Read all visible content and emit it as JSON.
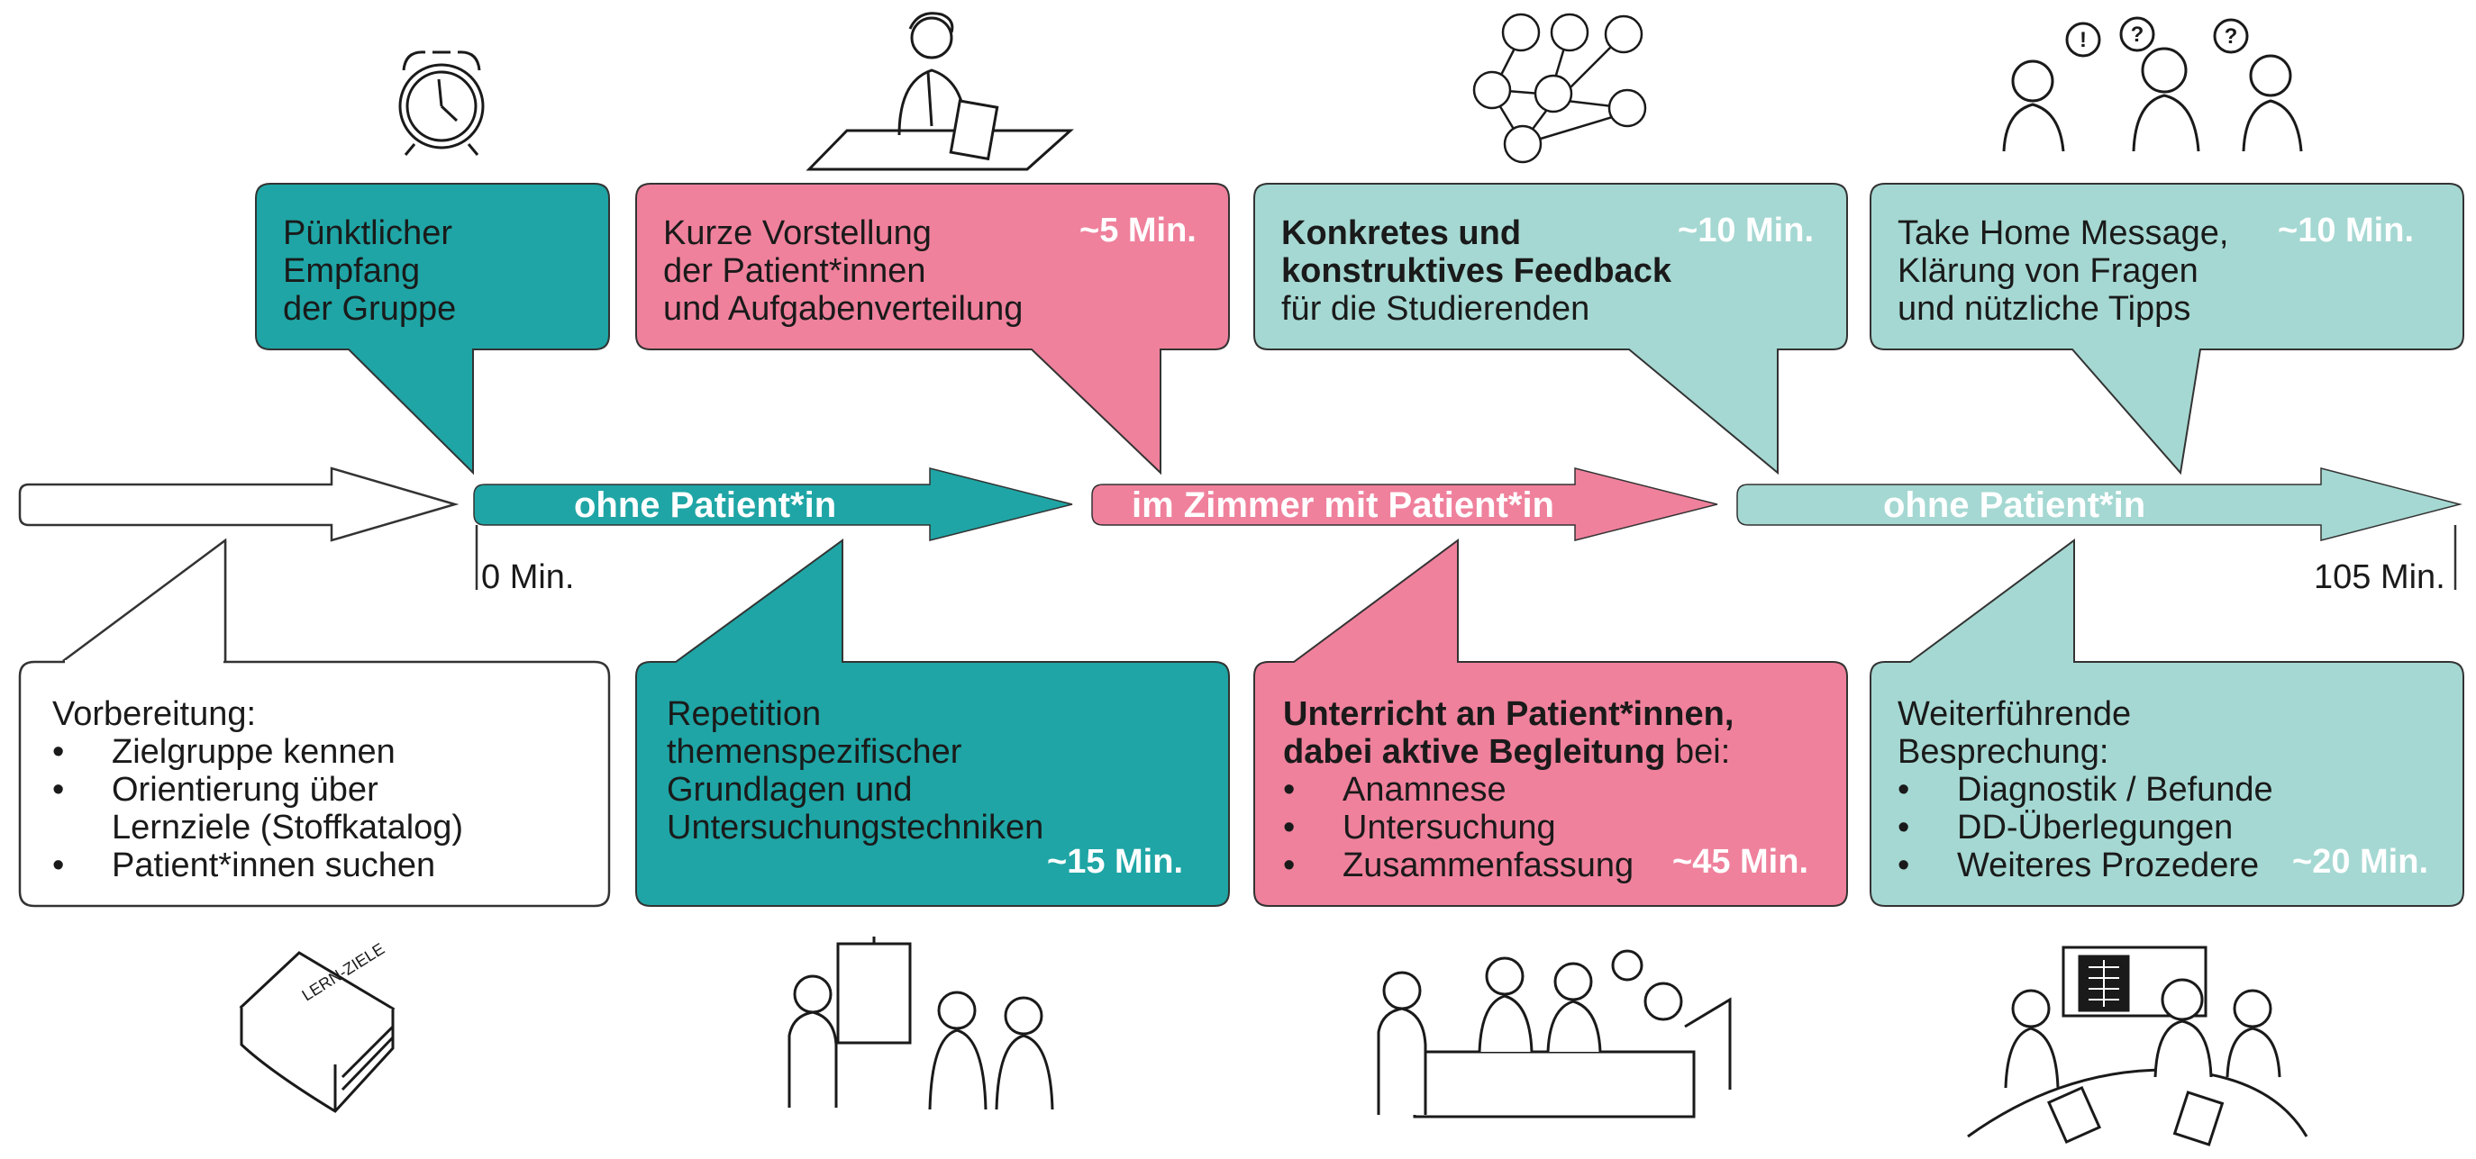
{
  "colors": {
    "teal": "#1fa5a5",
    "pink": "#ef819c",
    "mint": "#a5d8d2",
    "outline": "#333333"
  },
  "timeline": {
    "phases": [
      {
        "label": "ohne Patient*in",
        "color": "#1fa5a5"
      },
      {
        "label": "im Zimmer mit Patient*in",
        "color": "#ef819c"
      },
      {
        "label": "ohne Patient*in",
        "color": "#a5d8d2"
      }
    ],
    "start_label": "0 Min.",
    "end_label": "105 Min."
  },
  "top_boxes": [
    {
      "lines": [
        "Pünktlicher",
        "Empfang",
        "der Gruppe"
      ],
      "duration": "",
      "illustration": "alarm-clock-icon"
    },
    {
      "lines": [
        "Kurze Vorstellung",
        "der Patient*innen",
        "und Aufgabenverteilung"
      ],
      "duration": "~5 Min.",
      "illustration": "doctor-at-desk-icon"
    },
    {
      "bold_lines": [
        "Konkretes und",
        "konstruktives Feedback"
      ],
      "lines": [
        "für die Studierenden"
      ],
      "duration": "~10 Min.",
      "illustration": "speech-bubbles-network-icon"
    },
    {
      "lines": [
        "Take Home Message,",
        "Klärung von Fragen",
        "und nützliche Tipps"
      ],
      "duration": "~10 Min.",
      "illustration": "students-with-questions-icon"
    }
  ],
  "bottom_boxes": [
    {
      "title": "Vorbereitung:",
      "bullets": [
        "Zielgruppe kennen",
        "Orientierung über",
        "Lernziele (Stoffkatalog)",
        "Patient*innen suchen"
      ],
      "duration": "",
      "illustration": "book-lernziele-icon",
      "book_text": "LERN-ZIELE"
    },
    {
      "lines": [
        "Repetition",
        "themenspezifischer",
        "Grundlagen und",
        "Untersuchungstechniken"
      ],
      "duration": "~15 Min.",
      "illustration": "teaching-at-poster-icon"
    },
    {
      "bold_lines": [
        "Unterricht an Patient*innen,",
        "dabei aktive Begleitung"
      ],
      "bold_suffix": " bei:",
      "bullets": [
        "Anamnese",
        "Untersuchung",
        "Zusammenfassung"
      ],
      "duration": "~45 Min.",
      "illustration": "bedside-teaching-icon"
    },
    {
      "lines": [
        "Weiterführende",
        "Besprechung:"
      ],
      "bullets": [
        "Diagnostik / Befunde",
        "DD-Überlegungen",
        "Weiteres Prozedere"
      ],
      "duration": "~20 Min.",
      "illustration": "xray-discussion-icon"
    }
  ]
}
